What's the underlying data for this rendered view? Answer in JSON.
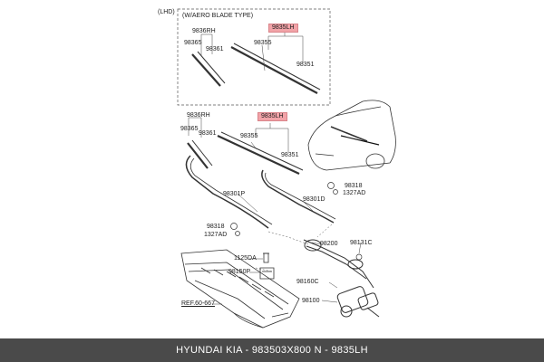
{
  "header": {
    "lhd": "(LHD)",
    "aero_blade_type": "(W/AERO BLADE TYPE)"
  },
  "labels": {
    "aero_9835lh": "9835LH",
    "aero_9836rh": "9836RH",
    "aero_98355": "98355",
    "aero_98365": "98365",
    "aero_98361": "98361",
    "aero_98351": "98351",
    "std_9836rh": "9836RH",
    "std_9835lh": "9835LH",
    "std_98365": "98365",
    "std_98361": "98361",
    "std_98355": "98355",
    "std_98351": "98351",
    "p_98301p": "98301P",
    "p_98301d": "98301D",
    "p_98318_right": "98318",
    "p_1327ad_right": "1327AD",
    "p_98318_left": "98318",
    "p_1327ad_left": "1327AD",
    "p_98200": "98200",
    "p_98131c": "98131C",
    "p_1125da": "1125DA",
    "p_98150p": "98150P",
    "p_98160c": "98160C",
    "p_98100": "98100",
    "p_ref": "REF.60-667"
  },
  "footer": {
    "text": "HYUNDAI  KIA - 983503X800     N - 9835LH"
  },
  "colors": {
    "highlight": "#f2a3a8",
    "footer_bg": "#4a4a4a"
  }
}
